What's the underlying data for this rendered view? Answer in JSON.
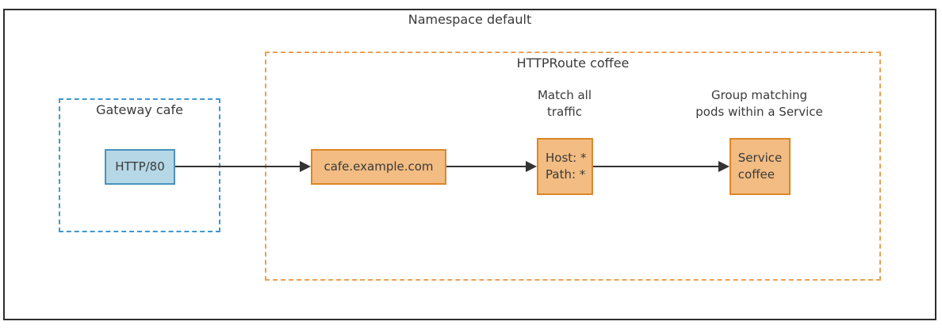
{
  "title": "Namespace default",
  "groups": {
    "gateway": {
      "label": "Gateway cafe"
    },
    "httproute": {
      "label": "HTTPRoute coffee"
    }
  },
  "nodes": {
    "listener": {
      "label": "HTTP/80"
    },
    "hostname": {
      "label": "cafe.example.com"
    },
    "match": {
      "label": "Host: *\nPath: *",
      "annotation": "Match all\ntraffic"
    },
    "service": {
      "label": "Service\ncoffee",
      "annotation": "Group matching\npods within a Service"
    }
  },
  "connectors": [
    {
      "from": "listener",
      "to": "hostname"
    },
    {
      "from": "hostname",
      "to": "match"
    },
    {
      "from": "match",
      "to": "service"
    }
  ],
  "colors": {
    "frame": "#2e2e2e",
    "text": "#3a3a3a",
    "arrow": "#333333",
    "blue_dash": "#3f99ce",
    "blue_fill": "#b5d7e6",
    "blue_border": "#4a92bd",
    "orange_dash": "#eba054",
    "orange_fill": "#f2bc82",
    "orange_border": "#dd8628"
  }
}
